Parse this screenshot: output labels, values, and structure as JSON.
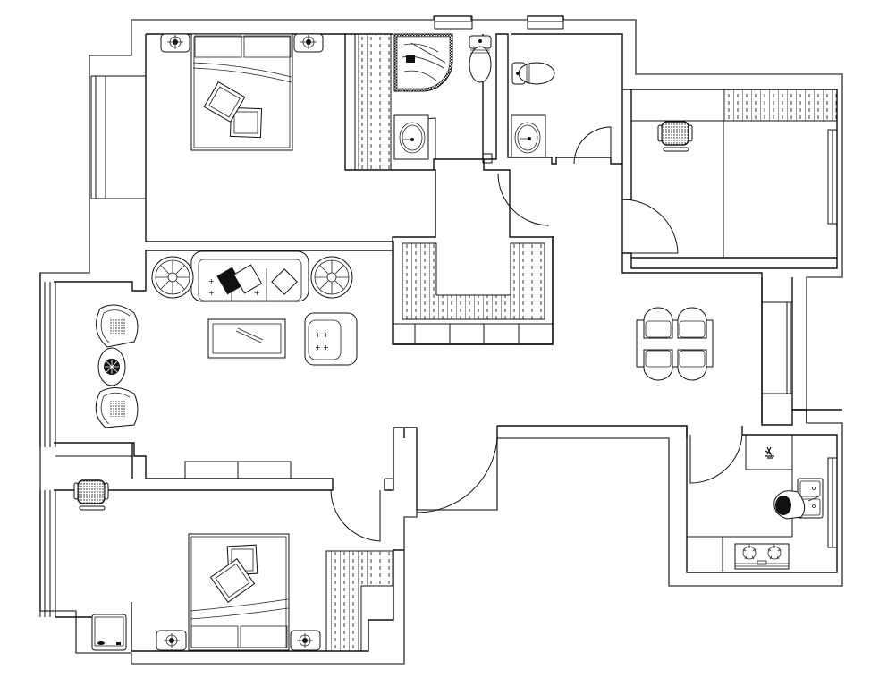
{
  "plan": {
    "type": "apartment-floor-plan",
    "line_color": "#111111",
    "background": "#ffffff",
    "rooms": [
      {
        "id": "master-bedroom",
        "furniture": [
          "double-bed",
          "nightstand",
          "nightstand",
          "wardrobe"
        ]
      },
      {
        "id": "bathroom-1",
        "furniture": [
          "corner-shower",
          "toilet",
          "washbasin"
        ]
      },
      {
        "id": "bathroom-2",
        "furniture": [
          "toilet",
          "washbasin"
        ]
      },
      {
        "id": "study",
        "furniture": [
          "desk",
          "office-chair",
          "bookshelf"
        ]
      },
      {
        "id": "living-room",
        "furniture": [
          "three-seat-sofa",
          "side-table",
          "side-table",
          "coffee-table",
          "armchair",
          "lounge-chair",
          "lounge-chair",
          "round-tea-table"
        ]
      },
      {
        "id": "storage-alcove",
        "furniture": [
          "u-shaped-cabinet"
        ]
      },
      {
        "id": "dining-area",
        "furniture": [
          "dining-table",
          "dining-chair",
          "dining-chair",
          "dining-chair",
          "dining-chair"
        ]
      },
      {
        "id": "kitchen",
        "furniture": [
          "counter",
          "double-sink",
          "gas-stove",
          "plant",
          "person-figure"
        ]
      },
      {
        "id": "second-bedroom",
        "furniture": [
          "double-bed",
          "nightstand",
          "nightstand",
          "desk",
          "office-chair",
          "tv-cabinet",
          "wardrobe"
        ]
      },
      {
        "id": "balcony",
        "furniture": []
      }
    ]
  }
}
